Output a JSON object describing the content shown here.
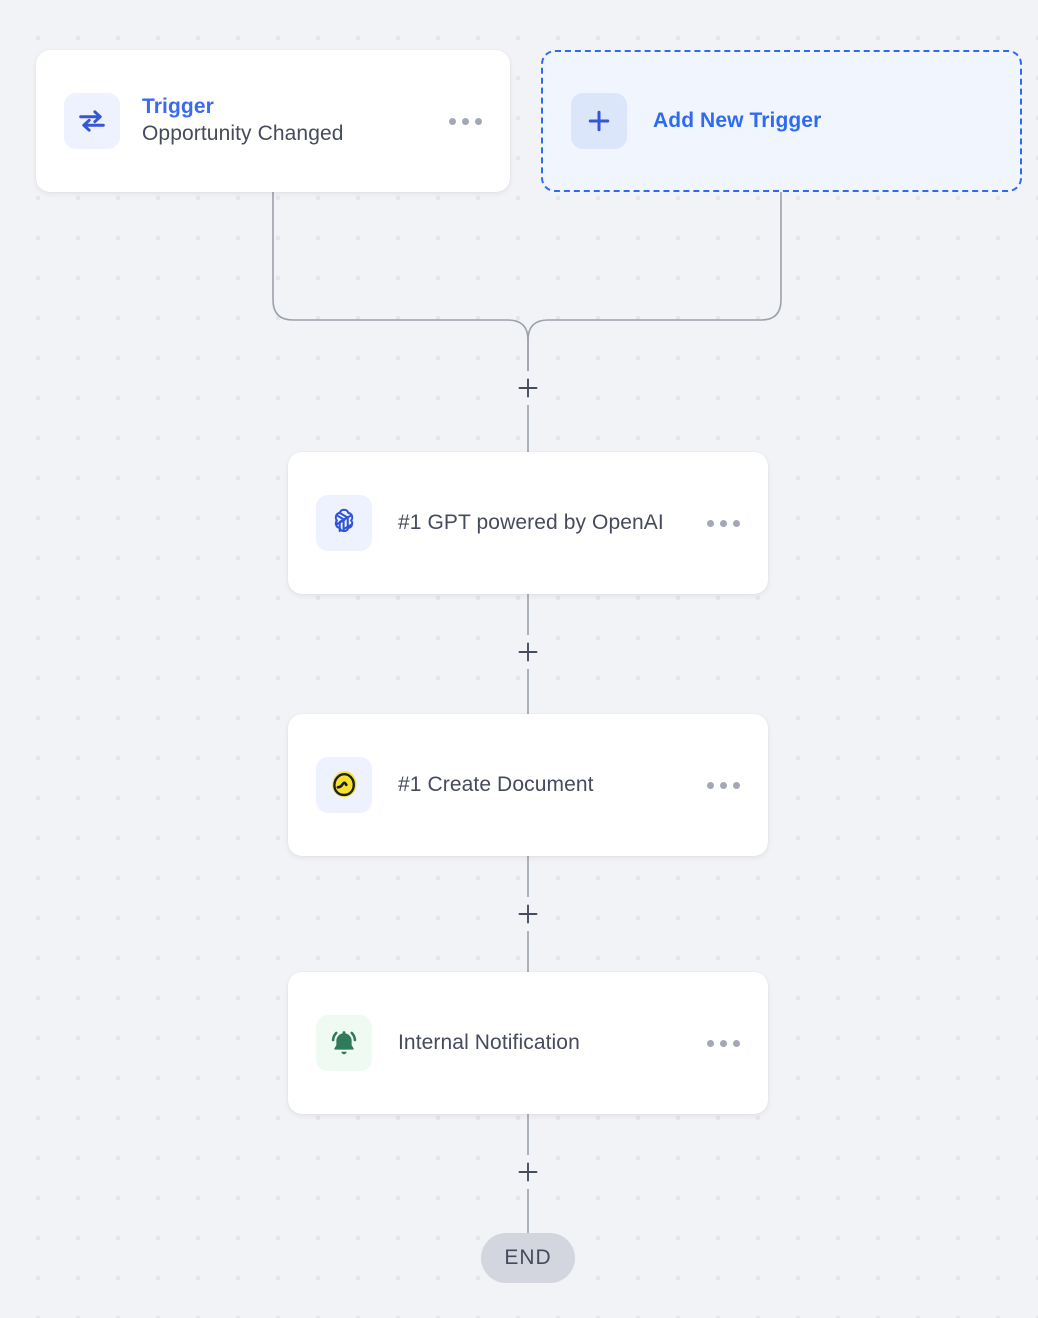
{
  "canvas": {
    "background_color": "#f2f3f6",
    "dot_color": "#e5e6e9",
    "end_label": "END"
  },
  "trigger": {
    "icon": "exchange-arrows-icon",
    "kicker": "Trigger",
    "title": "Opportunity Changed",
    "menu_label": "•••",
    "accent_color": "#3b6af0"
  },
  "add_trigger": {
    "icon": "plus-icon",
    "label": "Add New Trigger",
    "accent_color": "#2f6bf0",
    "background_color": "#f0f5fe"
  },
  "steps": [
    {
      "icon": "openai-logo-icon",
      "title": "#1 GPT powered by OpenAI",
      "icon_color": "#2f55d4",
      "tile_color": "#eef2fe"
    },
    {
      "icon": "pandadoc-logo-icon",
      "title": "#1 Create Document",
      "icon_color": "#f7df2e",
      "tile_color": "#eef2fe"
    },
    {
      "icon": "bell-icon",
      "title": "Internal Notification",
      "icon_color": "#2f7a5b",
      "tile_color": "#effaf3"
    }
  ],
  "add_step_buttons": [
    {
      "label": "+",
      "position": "after-triggers"
    },
    {
      "label": "+",
      "position": "after-gpt"
    },
    {
      "label": "+",
      "position": "after-create-document"
    },
    {
      "label": "+",
      "position": "after-internal-notification"
    }
  ]
}
